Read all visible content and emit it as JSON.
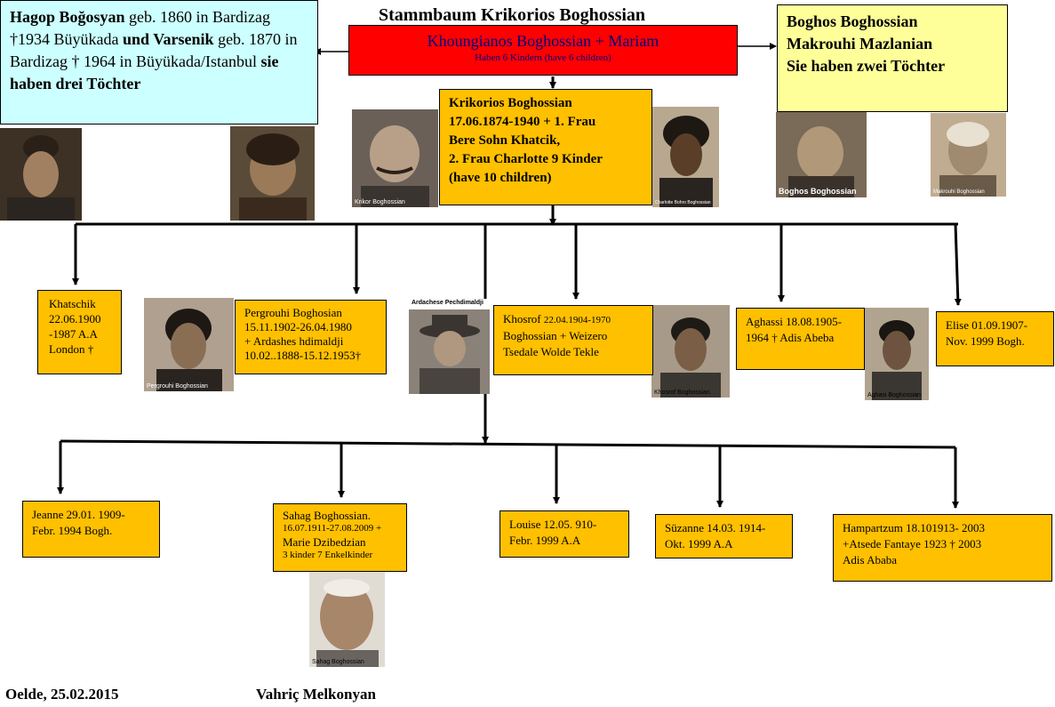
{
  "title": "Stammbaum Krikorios Boghossian",
  "parents": {
    "name": "Khoungianos Boghossian + Mariam",
    "note": "Haben 6 Kindern (have 6 children)"
  },
  "left_family": {
    "hagop_name": "Hagop Boğosyan",
    "hagop_dates": " geb. 1860 in Bardizag  †1934 Büyükada ",
    "und": "und ",
    "varsenik_name": "Varsenik",
    "varsenik_dates": " geb. 1870 in Bardizag † 1964 in Büyükada/Istanbul ",
    "daughters": "sie haben drei Töchter"
  },
  "right_family": {
    "line1": "Boghos Boghossian",
    "line2": "Makrouhi Mazlanian",
    "line3": "Sie haben zwei Töchter"
  },
  "main_person": {
    "line1": "Krikorios Boghossian",
    "line2": "17.06.1874-1940 + 1. Frau",
    "line3": "Bere  Sohn Khatcik,",
    "line4": "2. Frau Charlotte 9 Kinder",
    "line5": "(have 10 children)"
  },
  "photo_captions": {
    "krikor": "Krikor Boghossian",
    "charlotte": "Charlotte Bohro Boghossian",
    "boghos": "Boghos Boghossian",
    "makrouhi": "Makrouhi   Boghossian",
    "pergrouhi": "Pergrouhi Boghossian",
    "ardachese": "Ardachese Pechdimaldji",
    "khosrof": "Khosrof Boghossian.",
    "aghasi": "Aghasi Boghossian",
    "sahag": "Sahag Boghossian"
  },
  "children_row1": {
    "khatschik": [
      "Khatschik",
      "22.06.1900",
      "-1987 A.A",
      "London †"
    ],
    "pergrouhi": [
      "Pergrouhi   Boghosian",
      "15.11.1902-26.04.1980",
      "+ Ardashes  hdimaldji",
      "10.02..1888-15.12.1953†"
    ],
    "khosrof": {
      "name": "Khosrof ",
      "date": "22.04.1904-1970",
      "line2": "Boghossian + Weizero",
      "line3": "Tsedale Wolde Tekle"
    },
    "aghassi": [
      "Aghassi 18.08.1905-",
      "1964 † Adis Abeba"
    ],
    "elise": [
      "Elise 01.09.1907-",
      "Nov. 1999 Bogh."
    ]
  },
  "children_row2": {
    "jeanne": [
      "Jeanne 29.01. 1909-",
      "Febr. 1994 Bogh."
    ],
    "sahag": [
      "Sahag Boghossian.",
      "16.07.1911-27.08.2009 +",
      "Marie Dzibedzian",
      "3 kinder 7 Enkelkinder"
    ],
    "louise": [
      "Louise 12.05. 910-",
      "Febr. 1999 A.A"
    ],
    "suzanne": [
      "Süzanne 14.03. 1914-",
      "Okt. 1999 A.A"
    ],
    "hampartzum": [
      "Hampartzum 18.101913- 2003",
      "+Atsede Fantaye 1923 † 2003",
      "Adis Ababa"
    ]
  },
  "footer": {
    "place_date": "Oelde, 25.02.2015",
    "author": "Vahriç Melkonyan"
  },
  "colors": {
    "gold": "#ffc000",
    "red": "#ff0000",
    "cyan": "#ccffff",
    "yellow": "#ffff99"
  }
}
